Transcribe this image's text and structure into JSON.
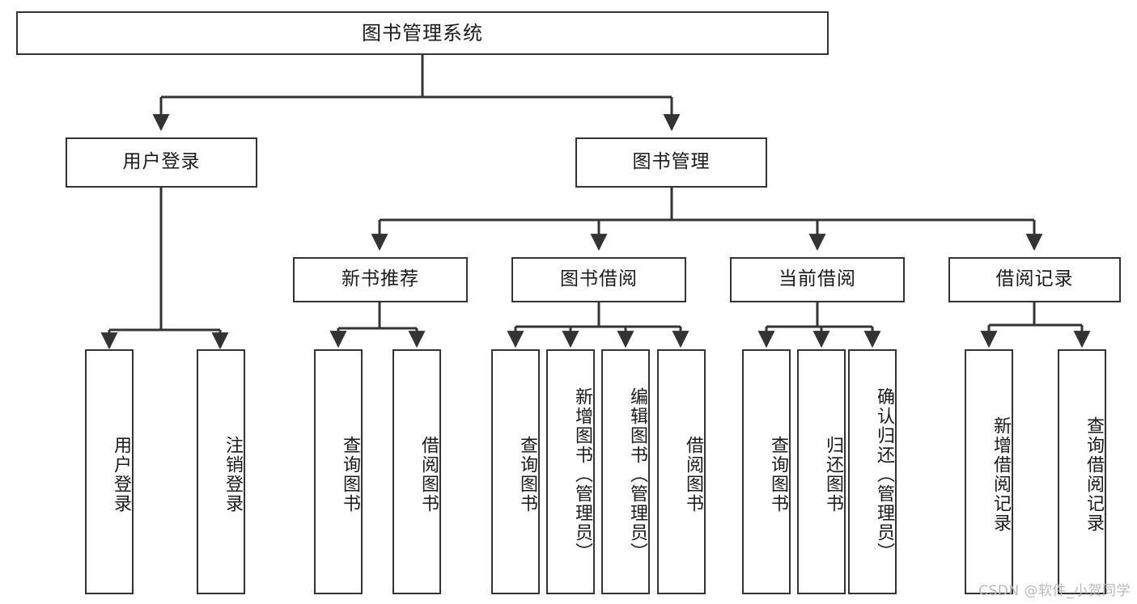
{
  "diagram": {
    "type": "tree",
    "title": "图书管理系统",
    "root": {
      "id": "root",
      "label": "图书管理系统",
      "orientation": "horizontal"
    },
    "level2": [
      {
        "id": "user-login",
        "label": "用户登录",
        "orientation": "horizontal"
      },
      {
        "id": "book-manage",
        "label": "图书管理",
        "orientation": "horizontal"
      }
    ],
    "level3": [
      {
        "id": "new-book-recommend",
        "label": "新书推荐",
        "parent": "book-manage",
        "orientation": "horizontal"
      },
      {
        "id": "book-borrow",
        "label": "图书借阅",
        "parent": "book-manage",
        "orientation": "horizontal"
      },
      {
        "id": "current-borrow",
        "label": "当前借阅",
        "parent": "book-manage",
        "orientation": "horizontal"
      },
      {
        "id": "borrow-record",
        "label": "借阅记录",
        "parent": "book-manage",
        "orientation": "horizontal"
      }
    ],
    "leaves": [
      {
        "id": "leaf-user-login",
        "label": "用户登录",
        "parent": "user-login",
        "orientation": "vertical"
      },
      {
        "id": "leaf-user-logout",
        "label": "注销登录",
        "parent": "user-login",
        "orientation": "vertical"
      },
      {
        "id": "leaf-query-book-1",
        "label": "查询图书",
        "parent": "new-book-recommend",
        "orientation": "vertical"
      },
      {
        "id": "leaf-borrow-book-1",
        "label": "借阅图书",
        "parent": "new-book-recommend",
        "orientation": "vertical"
      },
      {
        "id": "leaf-query-book-2",
        "label": "查询图书",
        "parent": "book-borrow",
        "orientation": "vertical"
      },
      {
        "id": "leaf-add-book",
        "label": "新增图书（管理员）",
        "parent": "book-borrow",
        "orientation": "vertical"
      },
      {
        "id": "leaf-edit-book",
        "label": "编辑图书（管理员）",
        "parent": "book-borrow",
        "orientation": "vertical"
      },
      {
        "id": "leaf-borrow-book-2",
        "label": "借阅图书",
        "parent": "book-borrow",
        "orientation": "vertical"
      },
      {
        "id": "leaf-query-book-3",
        "label": "查询图书",
        "parent": "current-borrow",
        "orientation": "vertical"
      },
      {
        "id": "leaf-return-book",
        "label": "归还图书",
        "parent": "current-borrow",
        "orientation": "vertical"
      },
      {
        "id": "leaf-confirm-return",
        "label": "确认归还（管理员）",
        "parent": "current-borrow",
        "orientation": "vertical"
      },
      {
        "id": "leaf-add-record",
        "label": "新增借阅记录",
        "parent": "borrow-record",
        "orientation": "vertical"
      },
      {
        "id": "leaf-query-record",
        "label": "查询借阅记录",
        "parent": "borrow-record",
        "orientation": "vertical"
      }
    ],
    "colors": {
      "stroke": "#333333",
      "fill": "#ffffff",
      "text": "#1a1a1a",
      "watermark": "#b9b9b9"
    }
  },
  "watermark": {
    "text": "CSDN @软件_小贺同学"
  }
}
